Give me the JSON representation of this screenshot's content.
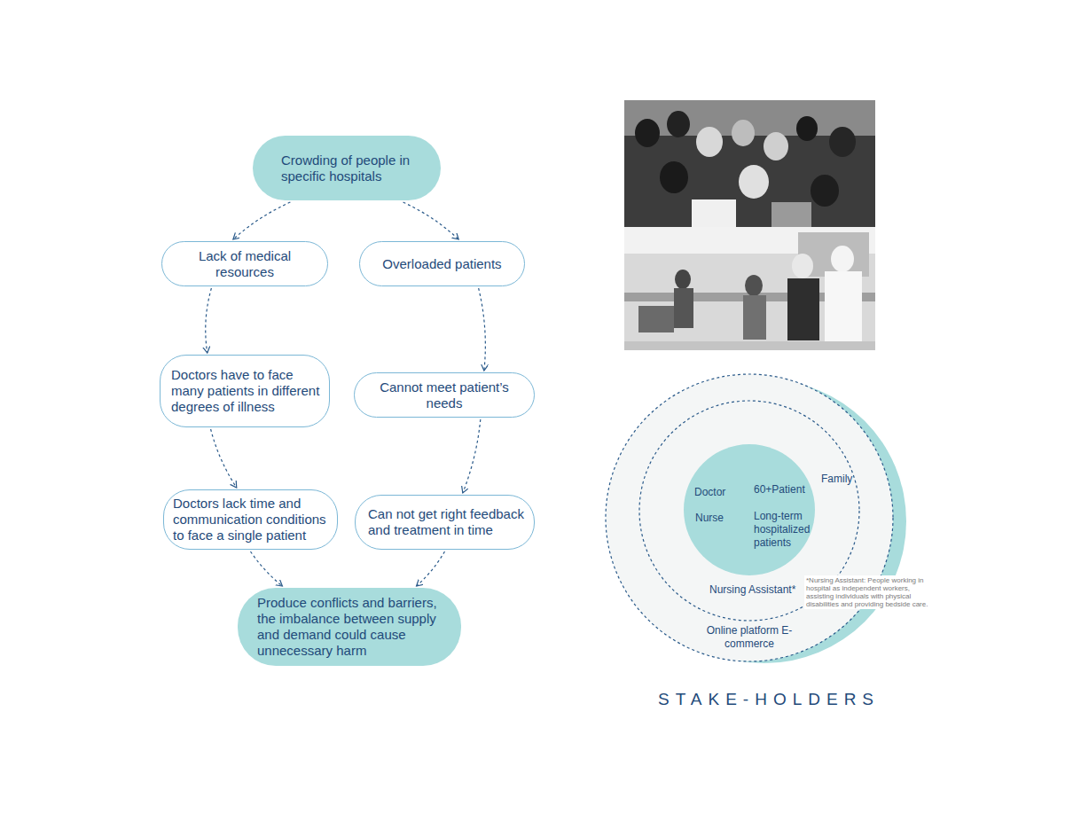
{
  "diagram": {
    "nodes": [
      {
        "text": [
          "Crowding of people in specific hospitals"
        ]
      },
      {
        "text": [
          "Lack of medical resources"
        ]
      },
      {
        "text": [
          "Overloaded patients"
        ]
      },
      {
        "text": [
          "Doctors have to face many patients in different degrees of illness"
        ]
      },
      {
        "text": [
          "Cannot meet patient’s needs"
        ]
      },
      {
        "text": [
          "Doctors lack time and communication conditions to face a single patient"
        ]
      },
      {
        "text": [
          "Can not get right feedback and treatment in time"
        ]
      },
      {
        "text": [
          "Produce conflicts and barriers, the imbalance between supply and demand could cause unnecessary harm"
        ]
      },
      {
        "text": [
          "Online platform E-commerce"
        ]
      },
      {
        "text": [
          "Family",
          "Nursing Assistant*"
        ],
        "in": 8
      },
      {
        "text": [
          "Doctor",
          "Nurse",
          "60+Patient",
          "Long-term hospitalized patients"
        ],
        "in": 9
      }
    ],
    "edges": [
      {
        "from": 0,
        "to": 1,
        "arrow": "to"
      },
      {
        "from": 0,
        "to": 2,
        "arrow": "to"
      },
      {
        "from": 1,
        "to": 3,
        "arrow": "to"
      },
      {
        "from": 2,
        "to": 4,
        "arrow": "to"
      },
      {
        "from": 3,
        "to": 5,
        "arrow": "to"
      },
      {
        "from": 4,
        "to": 6,
        "arrow": "to"
      },
      {
        "from": 5,
        "to": 7,
        "arrow": "to"
      },
      {
        "from": 6,
        "to": 7,
        "arrow": "to"
      }
    ],
    "labels": [
      "*Nursing Assistant: People working in hospital as independent workers, assisting individuals with physical disabilities and providing bedside care.",
      "STAKE-HOLDERS"
    ]
  }
}
